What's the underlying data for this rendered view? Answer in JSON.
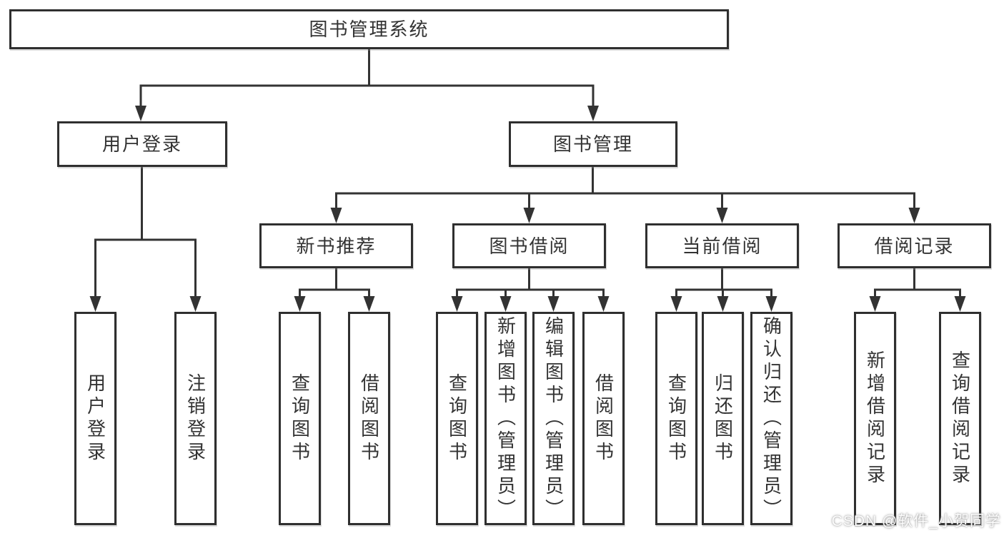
{
  "tree": {
    "root": {
      "label": "图书管理系统"
    },
    "branches": [
      {
        "label": "用户登录",
        "children": [
          {
            "label": "用户登录"
          },
          {
            "label": "注销登录"
          }
        ]
      },
      {
        "label": "图书管理",
        "children": [
          {
            "label": "新书推荐",
            "children": [
              {
                "label": "查询图书"
              },
              {
                "label": "借阅图书"
              }
            ]
          },
          {
            "label": "图书借阅",
            "children": [
              {
                "label": "查询图书"
              },
              {
                "label": "新增图书（管理员）"
              },
              {
                "label": "编辑图书（管理员）"
              },
              {
                "label": "借阅图书"
              }
            ]
          },
          {
            "label": "当前借阅",
            "children": [
              {
                "label": "查询图书"
              },
              {
                "label": "归还图书"
              },
              {
                "label": "确认归还（管理员）"
              }
            ]
          },
          {
            "label": "借阅记录",
            "children": [
              {
                "label": "新增借阅记录"
              },
              {
                "label": "查询借阅记录"
              }
            ]
          }
        ]
      }
    ]
  },
  "watermark": {
    "text": "CSDN @软件_小贺同学"
  },
  "colors": {
    "line": "#333333",
    "box_border": "#2f2f2f",
    "text": "#333333",
    "background": "#ffffff",
    "watermark_text": "#fdfdfd"
  }
}
